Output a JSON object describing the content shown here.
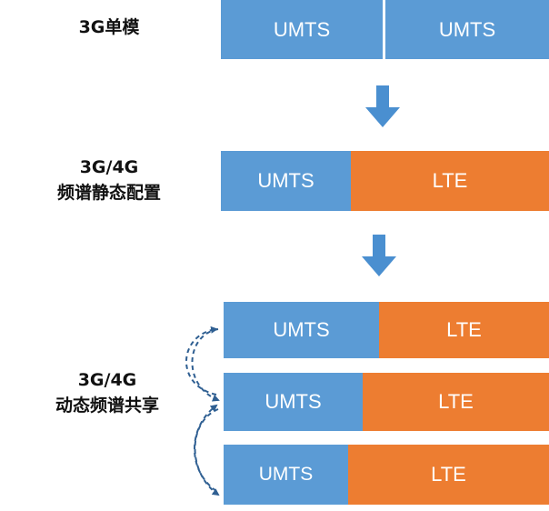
{
  "colors": {
    "umts": "#5b9bd5",
    "lte": "#ed7d31",
    "arrow": "#4a8fd0",
    "curve": "#2f5f92"
  },
  "rows": [
    {
      "label_lines": [
        "3G单模"
      ],
      "segments": [
        {
          "text": "UMTS",
          "tech": "umts"
        },
        {
          "text": "UMTS",
          "tech": "umts"
        }
      ]
    },
    {
      "label_lines": [
        "3G/4G",
        "频谱静态配置"
      ],
      "segments": [
        {
          "text": "UMTS",
          "tech": "umts"
        },
        {
          "text": "LTE",
          "tech": "lte"
        }
      ]
    },
    {
      "label_lines": [
        "3G/4G",
        "动态频谱共享"
      ],
      "segments": [
        {
          "text": "UMTS",
          "tech": "umts"
        },
        {
          "text": "LTE",
          "tech": "lte"
        }
      ]
    }
  ],
  "dss_bars": [
    [
      {
        "text": "UMTS",
        "tech": "umts"
      },
      {
        "text": "LTE",
        "tech": "lte"
      }
    ],
    [
      {
        "text": "UMTS",
        "tech": "umts"
      },
      {
        "text": "LTE",
        "tech": "lte"
      }
    ],
    [
      {
        "text": "UMTS",
        "tech": "umts"
      },
      {
        "text": "LTE",
        "tech": "lte"
      }
    ]
  ],
  "icons": {
    "down_arrow": "arrow-down-icon",
    "curved_arrow": "curved-dashed-arrow-icon"
  }
}
